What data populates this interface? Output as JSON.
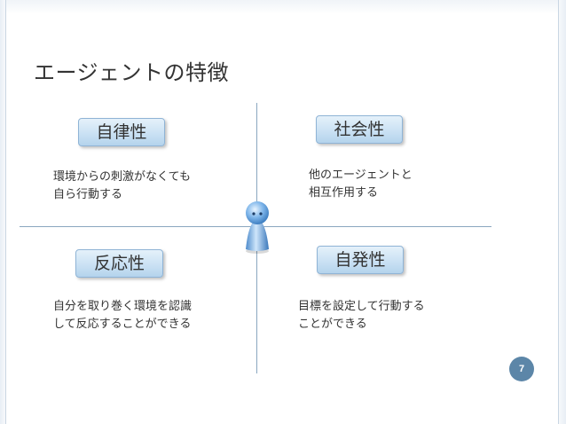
{
  "slide": {
    "title": "エージェントの特徴",
    "page_number": "7"
  },
  "quadrants": {
    "top_left": {
      "label": "自律性",
      "lines": [
        "環境からの刺激がなくても",
        "自ら行動する"
      ]
    },
    "top_right": {
      "label": "社会性",
      "lines": [
        "他のエージェントと",
        "相互作用する"
      ]
    },
    "bottom_left": {
      "label": "反応性",
      "lines": [
        "自分を取り巻く環境を認識",
        "して反応することができる"
      ]
    },
    "bottom_right": {
      "label": "自発性",
      "lines": [
        "目標を設定して行動する",
        "ことができる"
      ]
    }
  },
  "colors": {
    "accent": "#5c86a8",
    "label_fill": "#c8e0f3",
    "axis": "#8aa7c0"
  },
  "icons": {
    "center_figure": "person-figure-icon"
  }
}
